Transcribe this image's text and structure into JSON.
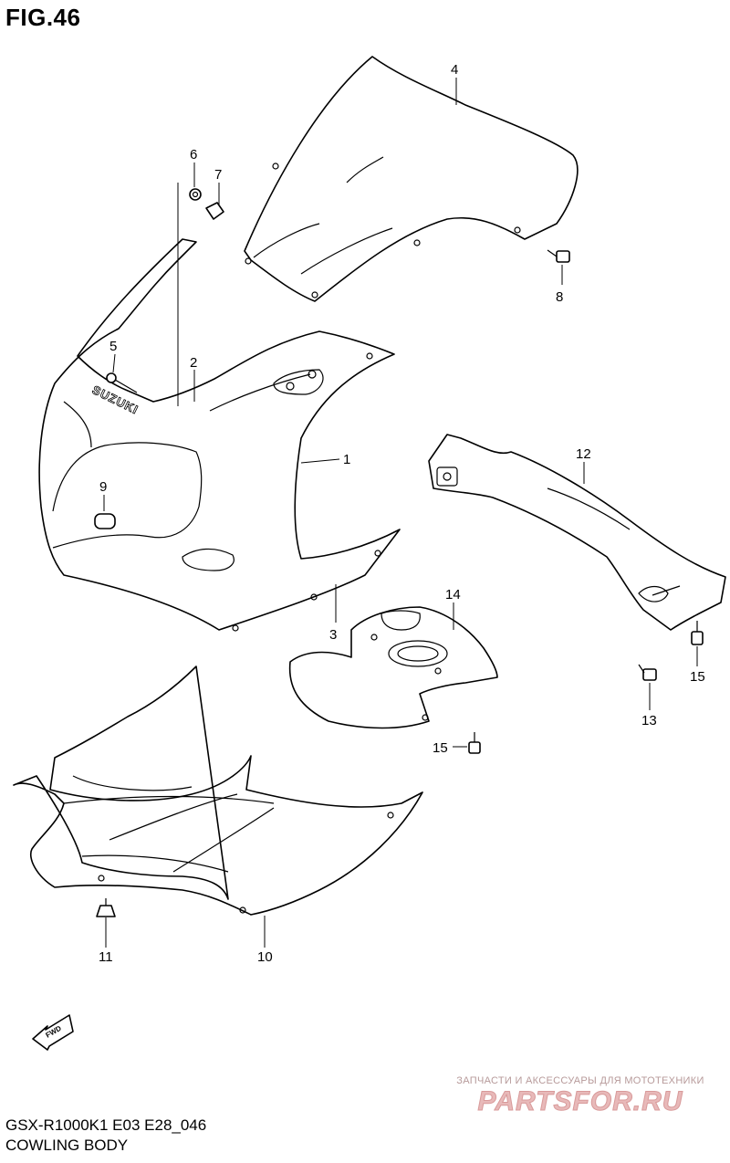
{
  "title": "FIG.46",
  "callouts": [
    "1",
    "2",
    "3",
    "4",
    "5",
    "6",
    "7",
    "8",
    "9",
    "10",
    "11",
    "12",
    "13",
    "14",
    "15",
    "15"
  ],
  "brand_marks": {
    "suzuki": "SUZUKI",
    "fwd": "FWD"
  },
  "footer": {
    "model_code": "GSX-R1000K1 E03 E28_046",
    "section_name": "COWLING BODY"
  },
  "watermark": {
    "tagline": "ЗАПЧАСТИ И АКСЕССУАРЫ ДЛЯ МОТОТЕХНИКИ",
    "logo": "PARTSFOR.RU"
  },
  "colors": {
    "line": "#000000",
    "background": "#ffffff",
    "watermark": "#e8b9b9"
  }
}
